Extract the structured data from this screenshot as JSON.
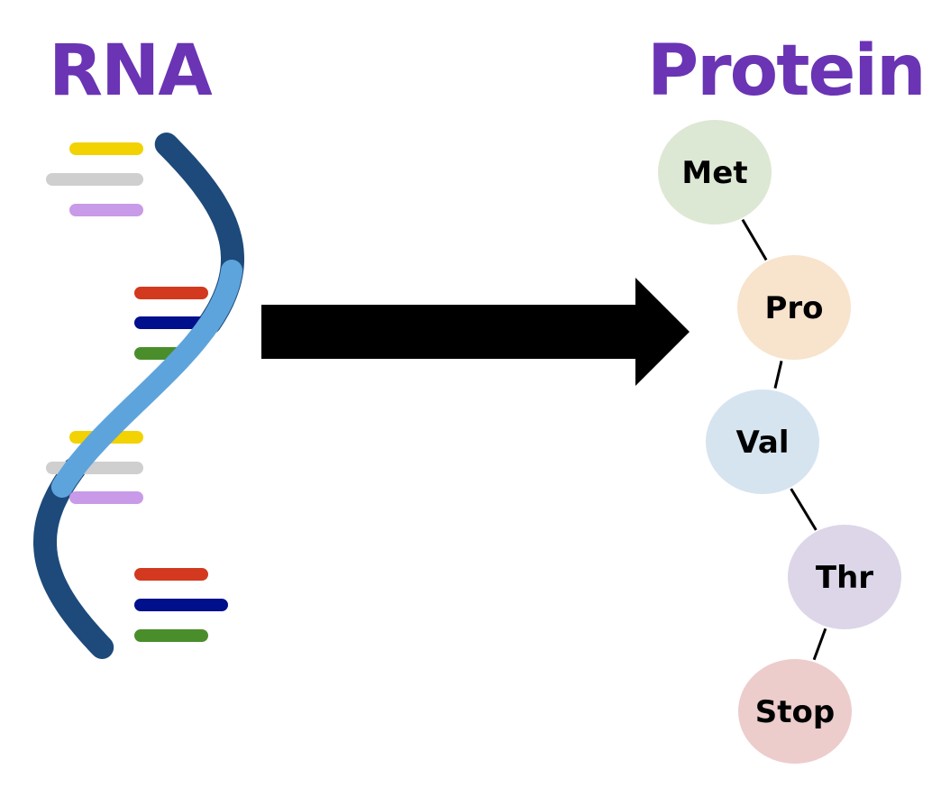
{
  "titles": {
    "left": "RNA",
    "right": "Protein"
  },
  "colors": {
    "title": "#6a34b4",
    "helix_dark": "#1d4a7a",
    "helix_light": "#5ea4dc",
    "arrow": "#000000",
    "connector": "#000000",
    "label": "#000000"
  },
  "rna_bases": [
    {
      "color": "#f2d200"
    },
    {
      "color": "#cfcfcf"
    },
    {
      "color": "#c99ae8"
    },
    {
      "color": "#d2391e"
    },
    {
      "color": "#000f8c"
    },
    {
      "color": "#4a8e2c"
    },
    {
      "color": "#f2d200"
    },
    {
      "color": "#cfcfcf"
    },
    {
      "color": "#c99ae8"
    },
    {
      "color": "#d2391e"
    },
    {
      "color": "#000f8c"
    },
    {
      "color": "#4a8e2c"
    }
  ],
  "protein_chain": [
    {
      "label": "Met",
      "color": "#dde8d4"
    },
    {
      "label": "Pro",
      "color": "#f8e3cc"
    },
    {
      "label": "Val",
      "color": "#d6e4f0"
    },
    {
      "label": "Thr",
      "color": "#dcd6e8"
    },
    {
      "label": "Stop",
      "color": "#edcccc"
    }
  ]
}
